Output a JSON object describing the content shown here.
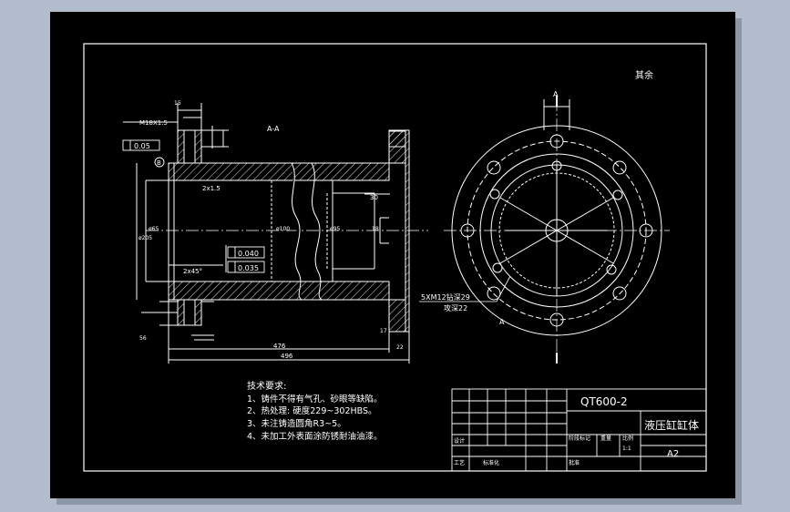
{
  "colors": {
    "background": "#b3bccc",
    "paper": "#000000",
    "line": "#ffffff",
    "hatch": "#c0c0c0",
    "accent": "#ffff00"
  },
  "drawing": {
    "remainder_note": "其余",
    "section_label": "A-A",
    "cut_label_top": "A",
    "cut_label_bottom": "A",
    "thread_label": "M18X1.5",
    "chamfer_label": "2x45°",
    "chamfer2_label": "2x1.5",
    "dims": {
      "d476": "476",
      "d496": "496",
      "d30": "30",
      "d18": "18",
      "d17": "17",
      "d22": "22",
      "d15": "15",
      "d100": "ø100",
      "d95": "ø95",
      "d205": "ø205",
      "d65": "ø65",
      "d56": "56"
    },
    "gdt": {
      "g1_value": "0.05",
      "g1_ref": "B",
      "g2_value": "0.040",
      "g3_value": "0.035"
    },
    "hole_note_line1": "5XM12钻深29",
    "hole_note_line2": "攻深22"
  },
  "notes": {
    "heading": "技术要求:",
    "items": [
      "1、铸件不得有气孔、砂眼等缺陷。",
      "2、热处理: 硬度229~302HBS。",
      "3、未注铸造圆角R3~5。",
      "4、未加工外表面涂防锈耐油油漆。"
    ]
  },
  "title_block": {
    "material": "QT600-2",
    "part_name": "液压缸缸体",
    "sheet_size": "A2",
    "stage_label": "阶段标记",
    "weight_label": "重量",
    "scale_label": "比例",
    "scale_value": "1:1",
    "design_label": "设计",
    "standard_label": "标准化",
    "process_label": "工艺",
    "approve_label": "批准"
  }
}
